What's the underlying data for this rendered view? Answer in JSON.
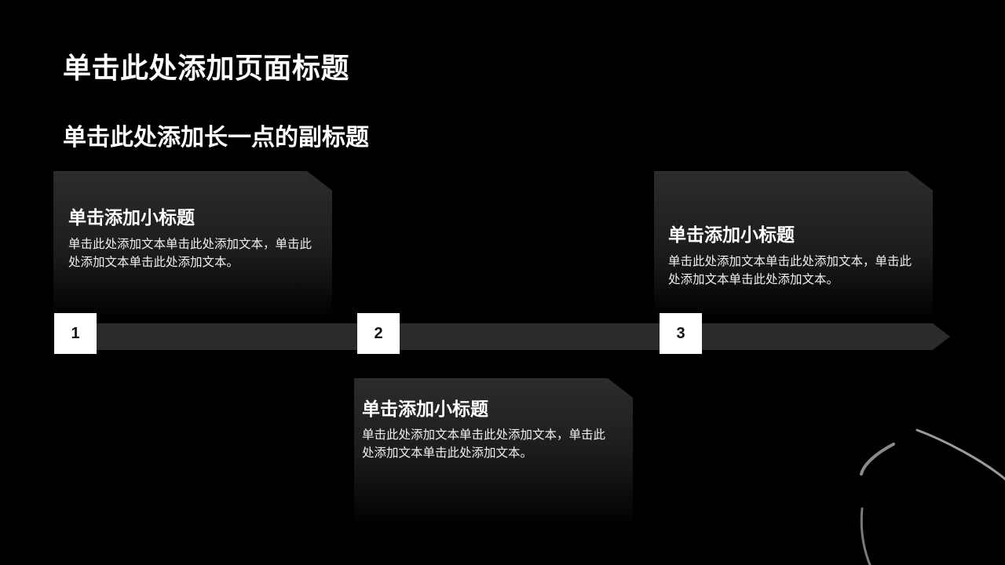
{
  "page": {
    "title": "单击此处添加页面标题",
    "subtitle": "单击此处添加长一点的副标题"
  },
  "cards": [
    {
      "title": "单击添加小标题",
      "body": "单击此处添加文本单击此处添加文本，单击此处添加文本单击此处添加文本。"
    },
    {
      "title": "单击添加小标题",
      "body": "单击此处添加文本单击此处添加文本，单击此处添加文本单击此处添加文本。"
    },
    {
      "title": "单击添加小标题",
      "body": "单击此处添加文本单击此处添加文本，单击此处添加文本单击此处添加文本。"
    }
  ],
  "steps": [
    "1",
    "2",
    "3"
  ],
  "colors": {
    "background": "#000000",
    "timeline_bar": "#2b2b2b",
    "step_box": "#ffffff"
  }
}
